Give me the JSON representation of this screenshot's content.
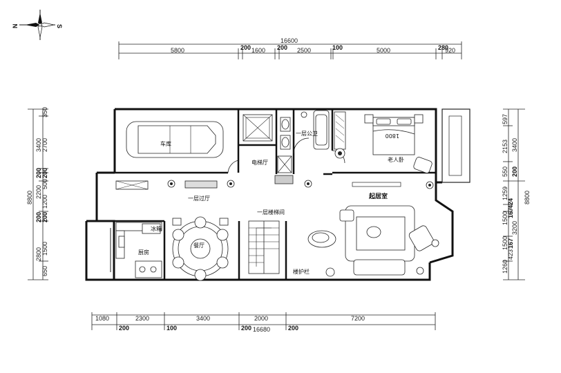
{
  "compass": {
    "n": "N",
    "s": "S"
  },
  "top_dims": {
    "total": "16600",
    "segments": [
      "5800",
      "200",
      "1600",
      "200",
      "2500",
      "100",
      "5000",
      "280",
      "920"
    ]
  },
  "bottom_dims": {
    "total": "16680",
    "upper": [
      "1080",
      "2300",
      "3400",
      "2000",
      "7200"
    ],
    "lower": [
      "200",
      "100",
      "200",
      "200"
    ]
  },
  "left_dims": {
    "total": "8800",
    "segments": [
      "350",
      "3400",
      "2700",
      "200",
      "200",
      "500",
      "2200",
      "1200",
      "200",
      "200",
      "2800",
      "1500",
      "650"
    ]
  },
  "right_dims": {
    "total": "8800",
    "segments": [
      "597",
      "2153",
      "3400",
      "550",
      "200",
      "1259",
      "424",
      "1500",
      "167",
      "1500",
      "167",
      "3200",
      "1260",
      "423"
    ]
  },
  "rooms": {
    "garage": "车库",
    "elevator_hall": "电梯厅",
    "bathroom": "一层公卫",
    "elder_bedroom": "老人卧",
    "bed_label": "1800",
    "hall": "一层过厅",
    "stair": "一层楼梯间",
    "living": "起居室",
    "living_sub": "",
    "kitchen": "厨房",
    "dining": "餐厅",
    "fridge": "冰箱",
    "rail": "楼护栏"
  }
}
